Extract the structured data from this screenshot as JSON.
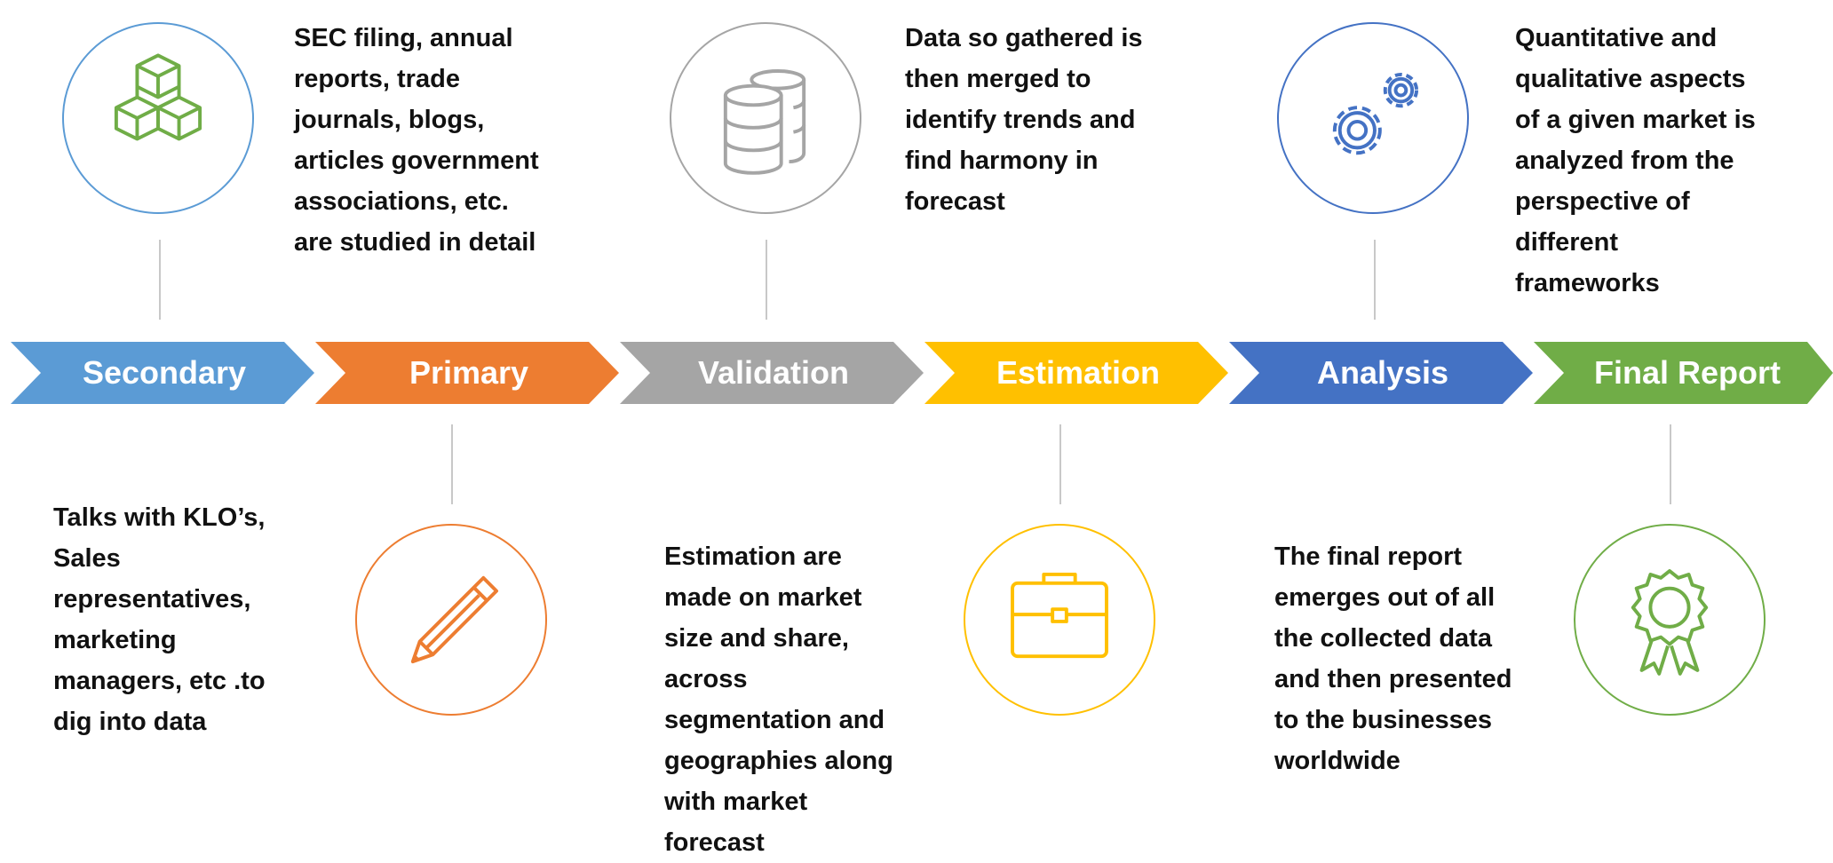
{
  "stages": [
    {
      "label": "Secondary",
      "color": "#5b9bd5",
      "icon": "cubes-icon",
      "text": "SEC filing, annual\nreports, trade\njournals, blogs,\narticles government\nassociations, etc.\nare studied in detail"
    },
    {
      "label": "Primary",
      "color": "#ed7d31",
      "icon": "pencil-icon",
      "text": "Talks with KLO’s,\nSales\nrepresentatives,\nmarketing\nmanagers, etc .to\ndig into data"
    },
    {
      "label": "Validation",
      "color": "#a5a5a5",
      "icon": "database-icon",
      "text": "Data so gathered is\nthen merged to\nidentify trends and\nfind harmony in\nforecast"
    },
    {
      "label": "Estimation",
      "color": "#ffc000",
      "icon": "briefcase-icon",
      "text": "Estimation are\nmade on market\nsize and  share,\nacross\nsegmentation and\ngeographies along\nwith market\nforecast"
    },
    {
      "label": "Analysis",
      "color": "#4472c4",
      "icon": "gears-icon",
      "text": "Quantitative and\nqualitative aspects\nof a given market is\nanalyzed from the\nperspective of\ndifferent\nframeworks"
    },
    {
      "label": "Final Report",
      "color": "#70ad47",
      "icon": "award-icon",
      "text": "The final report\nemerges out of all\nthe collected data\nand then presented\nto the businesses\nworldwide"
    }
  ]
}
